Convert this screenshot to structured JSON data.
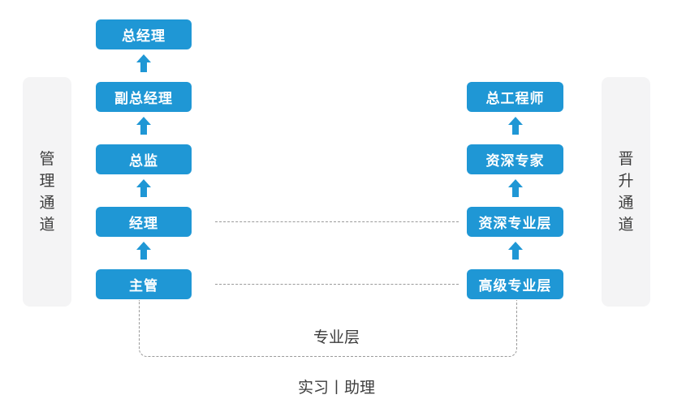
{
  "diagram": {
    "title_left_panel": "管理通道",
    "title_right_panel": "晋升通道",
    "left_panel_chars": [
      "管",
      "理",
      "通",
      "道"
    ],
    "right_panel_chars": [
      "晋",
      "升",
      "通",
      "道"
    ],
    "accent_color": "#1f97d5",
    "panel_color": "#f4f4f5",
    "dash_color": "#9a9a9a",
    "text_color": "#3d3d3d",
    "management_track": [
      {
        "label": "总经理",
        "level": 5
      },
      {
        "label": "副总经理",
        "level": 4
      },
      {
        "label": "总监",
        "level": 3
      },
      {
        "label": "经理",
        "level": 2
      },
      {
        "label": "主管",
        "level": 1
      }
    ],
    "professional_track": [
      {
        "label": "总工程师",
        "level": 5
      },
      {
        "label": "资深专家",
        "level": 4
      },
      {
        "label": "资深专业层",
        "level": 3
      },
      {
        "label": "高级专业层",
        "level": 2
      }
    ],
    "cross_links": [
      {
        "from": "经理",
        "to": "资深专业层"
      },
      {
        "from": "主管",
        "to": "高级专业层"
      }
    ],
    "captions": {
      "professional_layer": "专业层",
      "entry_layer": "实习丨助理"
    },
    "icons": {
      "arrow": "arrow-up-icon"
    }
  }
}
